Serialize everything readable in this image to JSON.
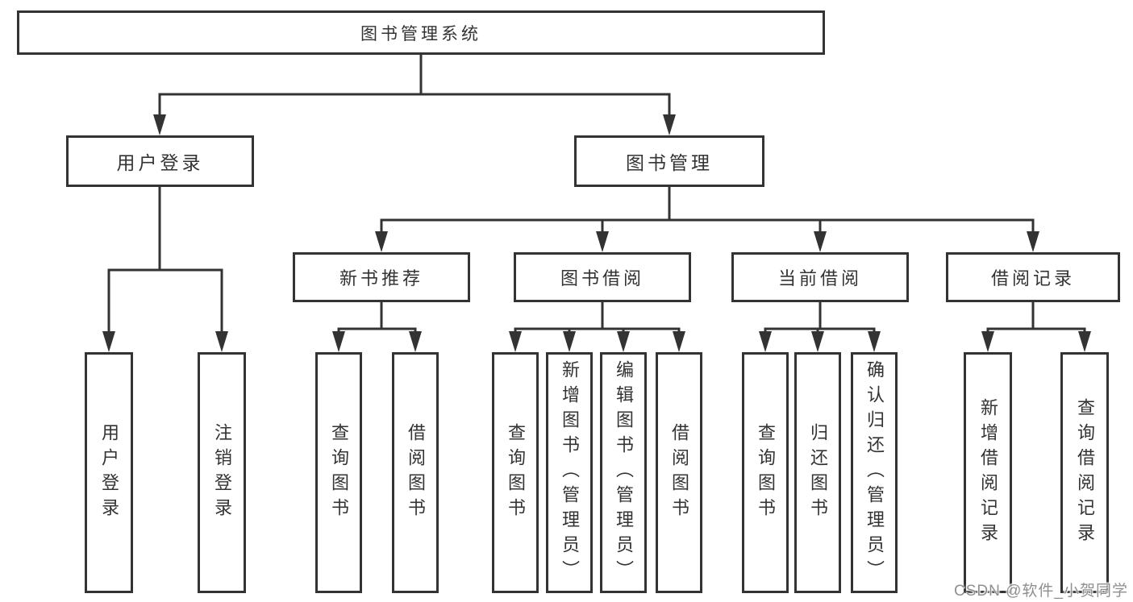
{
  "diagram": {
    "root": {
      "label": "图书管理系统"
    },
    "branches": [
      {
        "label": "用户登录",
        "children": [
          {
            "label": "用户登录"
          },
          {
            "label": "注销登录"
          }
        ]
      },
      {
        "label": "图书管理",
        "children": [
          {
            "label": "新书推荐",
            "children": [
              {
                "label": "查询图书"
              },
              {
                "label": "借阅图书"
              }
            ]
          },
          {
            "label": "图书借阅",
            "children": [
              {
                "label": "查询图书"
              },
              {
                "label": "新增图书（管理员）"
              },
              {
                "label": "编辑图书（管理员）"
              },
              {
                "label": "借阅图书"
              }
            ]
          },
          {
            "label": "当前借阅",
            "children": [
              {
                "label": "查询图书"
              },
              {
                "label": "归还图书"
              },
              {
                "label": "确认归还（管理员）"
              }
            ]
          },
          {
            "label": "借阅记录",
            "children": [
              {
                "label": "新增借阅记录"
              },
              {
                "label": "查询借阅记录"
              }
            ]
          }
        ]
      }
    ]
  },
  "watermark": {
    "text": "CSDN @软件_小贺同学"
  },
  "colors": {
    "line": "#333333",
    "box_border": "#333333",
    "text": "#333333",
    "background": "#ffffff",
    "watermark": "#8f8f8f"
  }
}
